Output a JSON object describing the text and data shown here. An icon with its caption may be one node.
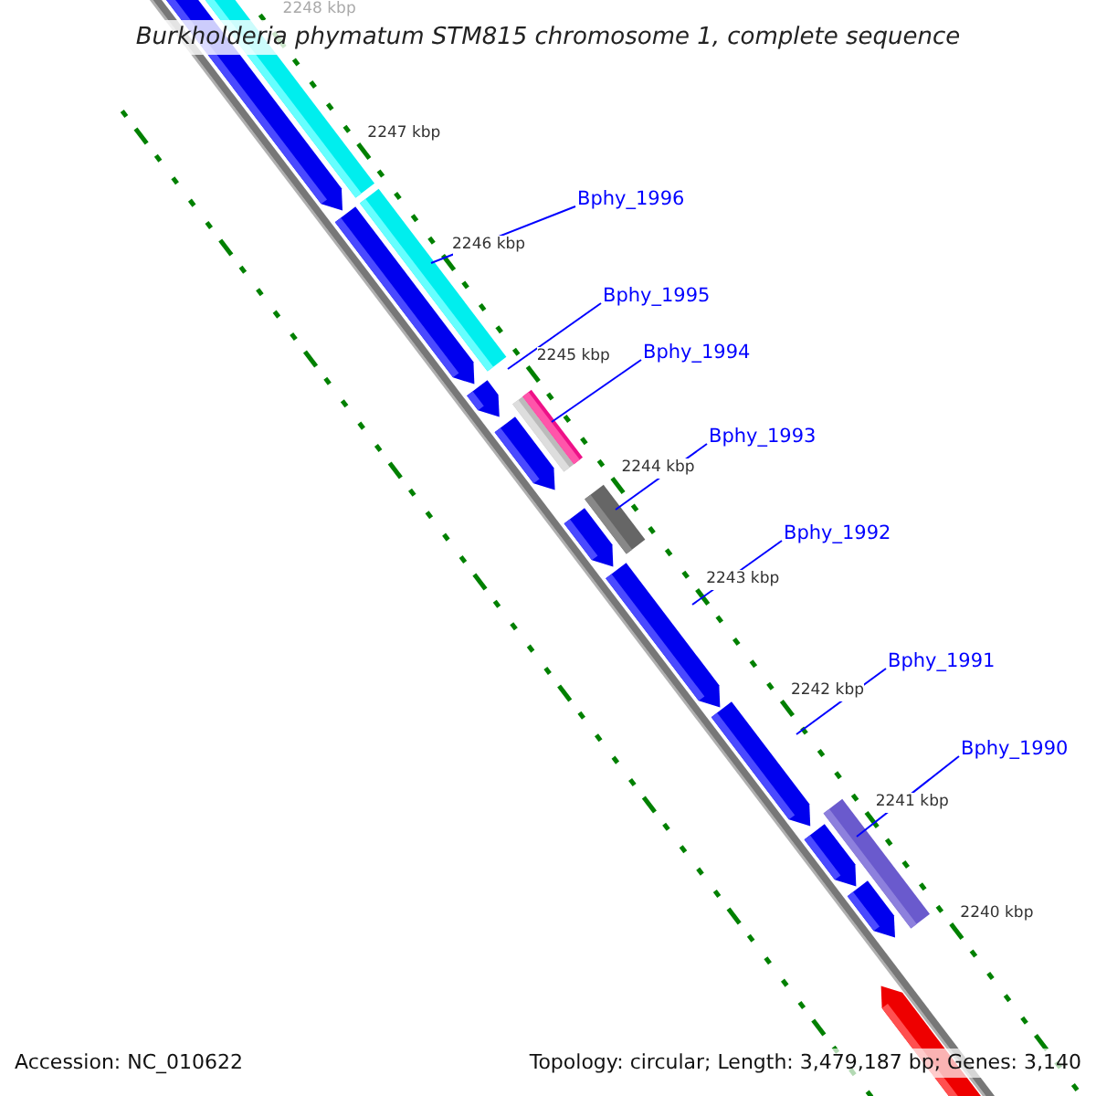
{
  "diagram": {
    "title": "Burkholderia phymatum STM815 chromosome 1, complete sequence",
    "nodes": [
      {
        "text": [
          "Bphy_1996"
        ]
      },
      {
        "text": [
          "Bphy_1995"
        ]
      },
      {
        "text": [
          "Bphy_1994"
        ]
      },
      {
        "text": [
          "Bphy_1993"
        ]
      },
      {
        "text": [
          "Bphy_1992"
        ]
      },
      {
        "text": [
          "Bphy_1991"
        ]
      },
      {
        "text": [
          "Bphy_1990"
        ]
      }
    ],
    "edges": [
      {
        "from": 0,
        "to": null,
        "arrow": "none"
      },
      {
        "from": 1,
        "to": null,
        "arrow": "none"
      },
      {
        "from": 2,
        "to": null,
        "arrow": "none"
      },
      {
        "from": 3,
        "to": null,
        "arrow": "none"
      },
      {
        "from": 4,
        "to": null,
        "arrow": "none"
      },
      {
        "from": 5,
        "to": null,
        "arrow": "none"
      },
      {
        "from": 6,
        "to": null,
        "arrow": "none"
      }
    ],
    "labels": [
      "2248 kbp",
      "2247 kbp",
      "2246 kbp",
      "2245 kbp",
      "2244 kbp",
      "2243 kbp",
      "2242 kbp",
      "2241 kbp",
      "2240 kbp",
      "Accession: NC_010622",
      "Topology: circular; Length: 3,479,187 bp; Genes: 3,140"
    ]
  }
}
